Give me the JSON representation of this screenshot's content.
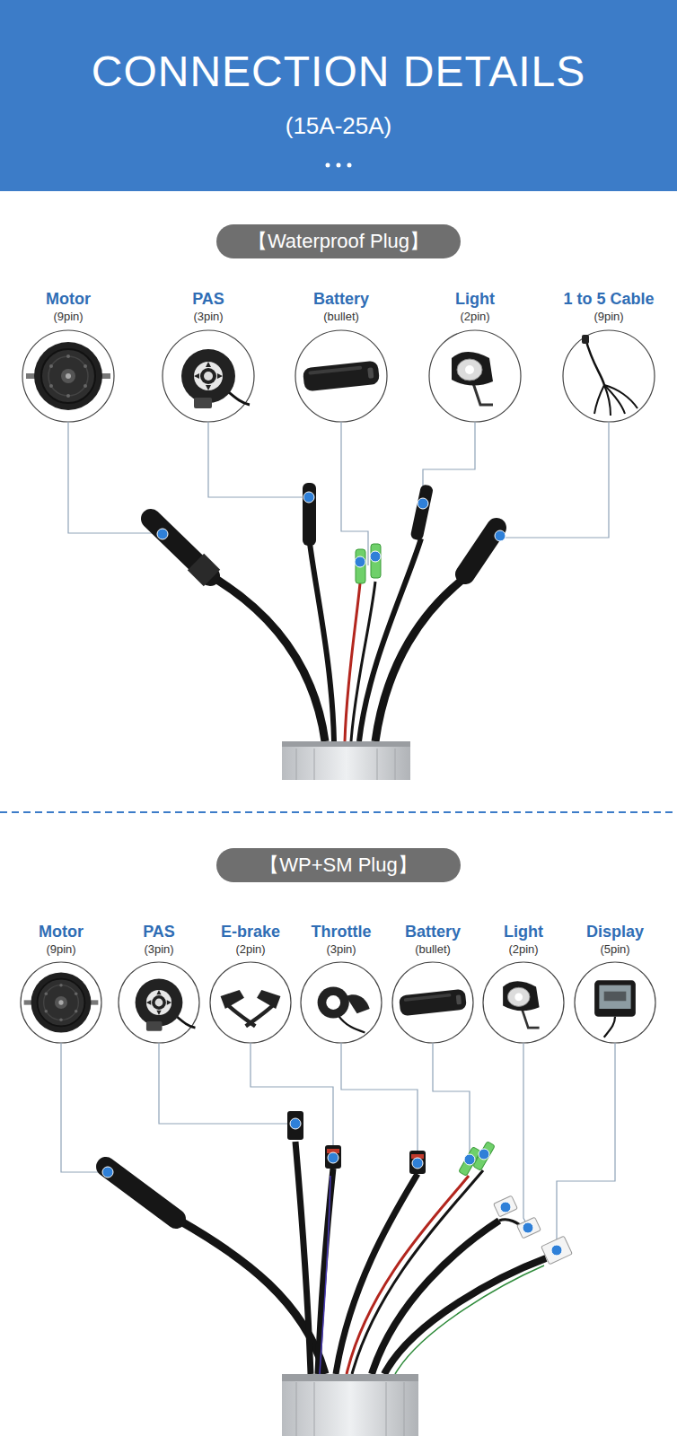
{
  "diagram": {
    "title": "CONNECTION DETAILS",
    "nodes": [
      {
        "text": [
          "【Waterproof Plug】"
        ]
      },
      {
        "text": [
          "Motor",
          "(9pin)"
        ]
      },
      {
        "text": [
          "PAS",
          "(3pin)"
        ]
      },
      {
        "text": [
          "Battery",
          "(bullet)"
        ]
      },
      {
        "text": [
          "Light",
          "(2pin)"
        ]
      },
      {
        "text": [
          "1 to 5 Cable",
          "(9pin)"
        ]
      },
      {
        "text": [
          "【WP+SM Plug】"
        ]
      },
      {
        "text": [
          "Motor",
          "(9pin)"
        ]
      },
      {
        "text": [
          "PAS",
          "(3pin)"
        ]
      },
      {
        "text": [
          "E-brake",
          "(2pin)"
        ]
      },
      {
        "text": [
          "Throttle",
          "(3pin)"
        ]
      },
      {
        "text": [
          "Battery",
          "(bullet)"
        ]
      },
      {
        "text": [
          "Light",
          "(2pin)"
        ]
      },
      {
        "text": [
          "Display",
          "(5pin)"
        ]
      }
    ],
    "labels": [
      "(15A-25A)"
    ]
  }
}
